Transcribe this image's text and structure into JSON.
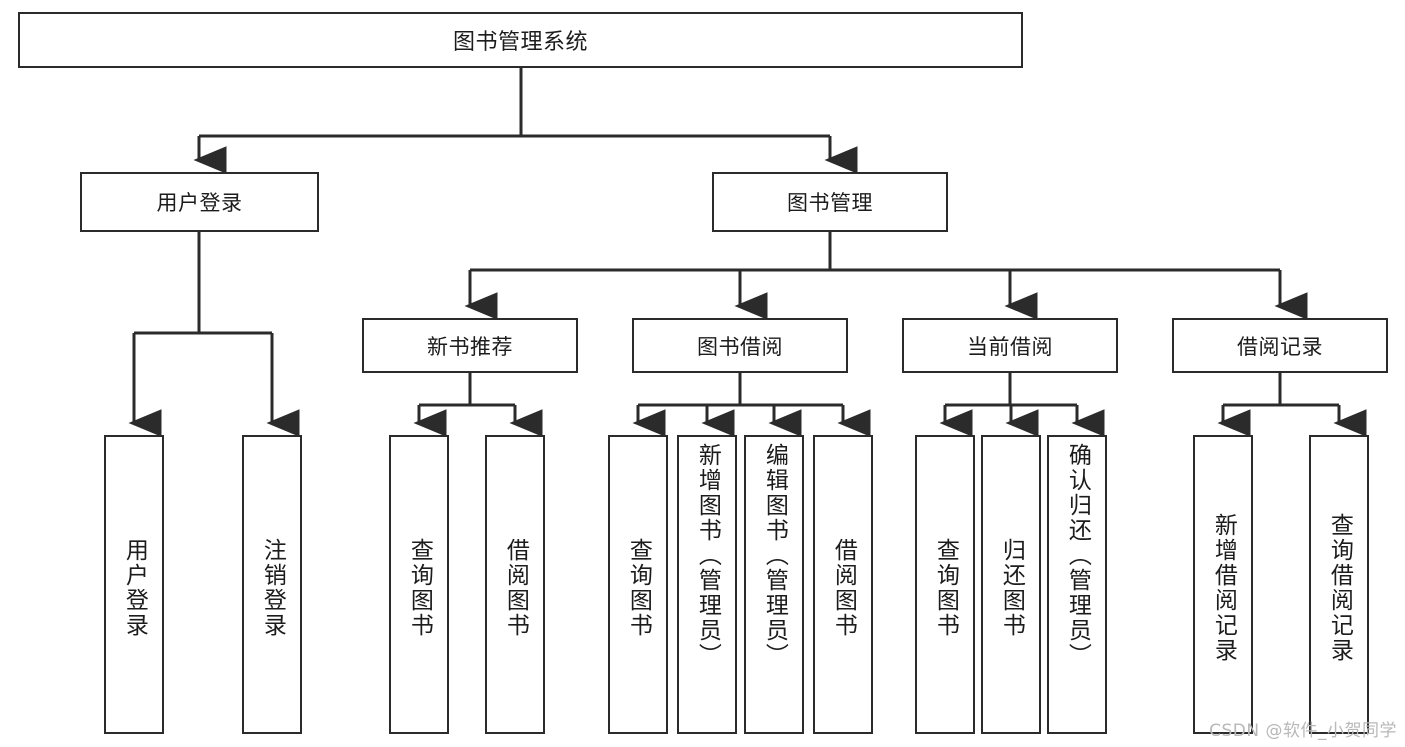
{
  "diagram": {
    "title": "图书管理系统",
    "type": "tree-hierarchy-chart",
    "colors": {
      "box_border": "#2b2b2b",
      "box_fill": "#ffffff",
      "edge": "#2b2b2b",
      "text": "#1c1c1c",
      "watermark": "#b8b8b8"
    },
    "root": {
      "label": "图书管理系统"
    },
    "level2": [
      {
        "label": "用户登录"
      },
      {
        "label": "图书管理"
      }
    ],
    "level3": [
      {
        "label": "新书推荐"
      },
      {
        "label": "图书借阅"
      },
      {
        "label": "当前借阅"
      },
      {
        "label": "借阅记录"
      }
    ],
    "leaves": {
      "user_login": [
        {
          "label": "用户登录"
        },
        {
          "label": "注销登录"
        }
      ],
      "new_book_recommend": [
        {
          "label": "查询图书"
        },
        {
          "label": "借阅图书"
        }
      ],
      "book_borrow": [
        {
          "label": "查询图书"
        },
        {
          "label": "新增图书（管理员）"
        },
        {
          "label": "编辑图书（管理员）"
        },
        {
          "label": "借阅图书"
        }
      ],
      "current_borrow": [
        {
          "label": "查询图书"
        },
        {
          "label": "归还图书"
        },
        {
          "label": "确认归还（管理员）"
        }
      ],
      "borrow_record": [
        {
          "label": "新增借阅记录"
        },
        {
          "label": "查询借阅记录"
        }
      ]
    },
    "watermark": "CSDN @软件_小贺同学"
  }
}
